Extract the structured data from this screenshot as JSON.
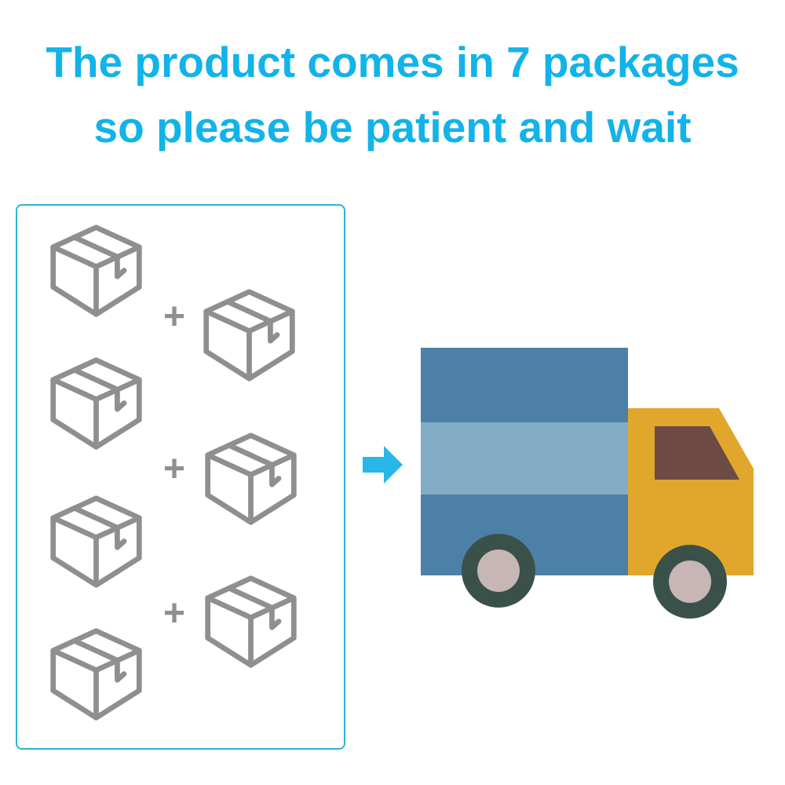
{
  "title": {
    "line1": "The product comes in 7 packages",
    "line2": "so please be patient and wait"
  },
  "content": {
    "package_count": 7,
    "plus": "+"
  },
  "icons": {
    "package": "package-box-icon",
    "arrow": "arrow-right-icon",
    "truck": "delivery-truck-icon"
  },
  "colors": {
    "title_cyan": "#12b3e8",
    "panel_border": "#2ab4d9",
    "box_gray": "#8f8f8f",
    "arrow_cyan": "#29b6e8",
    "truck_blue": "#4d80a6",
    "truck_blue_light": "#83acc5",
    "cab_yellow": "#e1a72d",
    "window_brown": "#6d4b44",
    "wheel_dark": "#3a5149",
    "wheel_hub": "#c8b5b5"
  }
}
